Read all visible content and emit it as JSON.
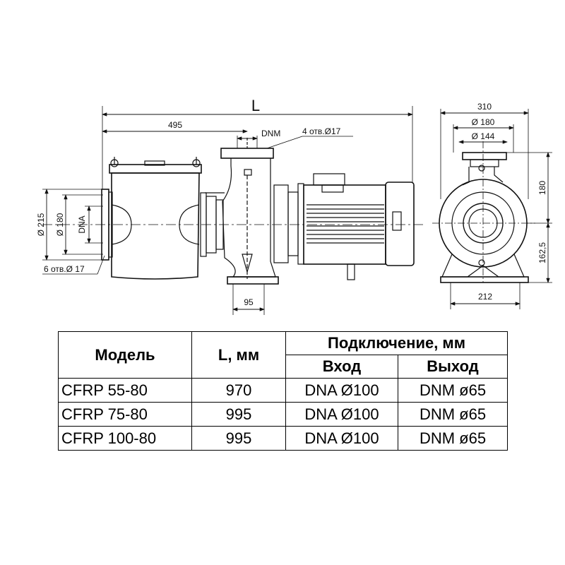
{
  "drawing": {
    "dimensions": {
      "L": "L",
      "d495": "495",
      "dnm": "DNM",
      "holes_outlet": "4 отв.Ø17",
      "dna": "DNA",
      "d215": "Ø 215",
      "d180_side": "Ø 180",
      "holes_inlet": "6 отв.Ø 17",
      "d95": "95",
      "d310": "310",
      "d180_top": "Ø 180",
      "d144": "Ø 144",
      "h180": "180",
      "h162": "162,5",
      "d212": "212"
    }
  },
  "table": {
    "headers": {
      "model": "Модель",
      "length": "L, мм",
      "connection": "Подключение, мм",
      "inlet": "Вход",
      "outlet": "Выход"
    },
    "rows": [
      {
        "model": "CFRP 55-80",
        "length": "970",
        "inlet": "DNA Ø100",
        "outlet": "DNM ø65"
      },
      {
        "model": "CFRP 75-80",
        "length": "995",
        "inlet": "DNA Ø100",
        "outlet": "DNM ø65"
      },
      {
        "model": "CFRP 100-80",
        "length": "995",
        "inlet": "DNA Ø100",
        "outlet": "DNM ø65"
      }
    ]
  }
}
